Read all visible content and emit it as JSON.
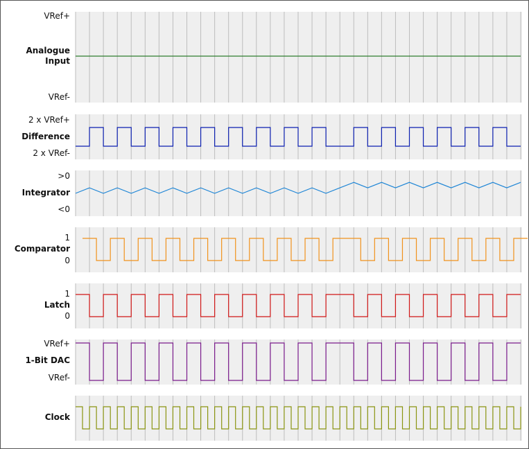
{
  "colors": {
    "panel_bg": "#efefef",
    "grid": "#bdbdbd",
    "analogue": "#2e7d2e",
    "difference": "#0b1fb0",
    "integrator": "#1f86d6",
    "comparator": "#f0921c",
    "latch": "#d01616",
    "dac": "#7a1a8c",
    "clock": "#8a9410"
  },
  "rows": [
    {
      "key": "analogue",
      "name": "Analogue Input",
      "name_lines": [
        "Analogue",
        "Input"
      ],
      "top_level": "VRef+",
      "bottom_level": "VRef-"
    },
    {
      "key": "difference",
      "name": "Difference",
      "name_lines": [
        "Difference"
      ],
      "top_level": "2 x VRef+",
      "bottom_level": "2 x VRef-"
    },
    {
      "key": "integrator",
      "name": "Integrator",
      "name_lines": [
        "Integrator"
      ],
      "top_level": ">0",
      "bottom_level": "<0"
    },
    {
      "key": "comparator",
      "name": "Comparator",
      "name_lines": [
        "Comparator"
      ],
      "top_level": "1",
      "bottom_level": "0"
    },
    {
      "key": "latch",
      "name": "Latch",
      "name_lines": [
        "Latch"
      ],
      "top_level": "1",
      "bottom_level": "0"
    },
    {
      "key": "dac",
      "name": "1-Bit DAC",
      "name_lines": [
        "1-Bit DAC"
      ],
      "top_level": "VRef+",
      "bottom_level": "VRef-"
    },
    {
      "key": "clock",
      "name": "Clock",
      "name_lines": [
        "Clock"
      ],
      "top_level": "",
      "bottom_level": ""
    }
  ],
  "signals": {
    "analogue_level": 0.5,
    "clock_cycles": 32,
    "dac_bits": [
      1,
      0,
      1,
      0,
      1,
      0,
      1,
      0,
      1,
      0,
      1,
      0,
      1,
      0,
      1,
      0,
      1,
      0,
      1,
      1,
      0,
      1,
      0,
      1,
      0,
      1,
      0,
      1,
      0,
      1,
      0,
      1
    ],
    "comparator_bits": [
      1,
      0,
      1,
      0,
      1,
      0,
      1,
      0,
      1,
      0,
      1,
      0,
      1,
      0,
      1,
      0,
      1,
      0,
      1,
      1,
      0,
      1,
      0,
      1,
      0,
      1,
      0,
      1,
      0,
      1,
      0,
      1
    ]
  }
}
